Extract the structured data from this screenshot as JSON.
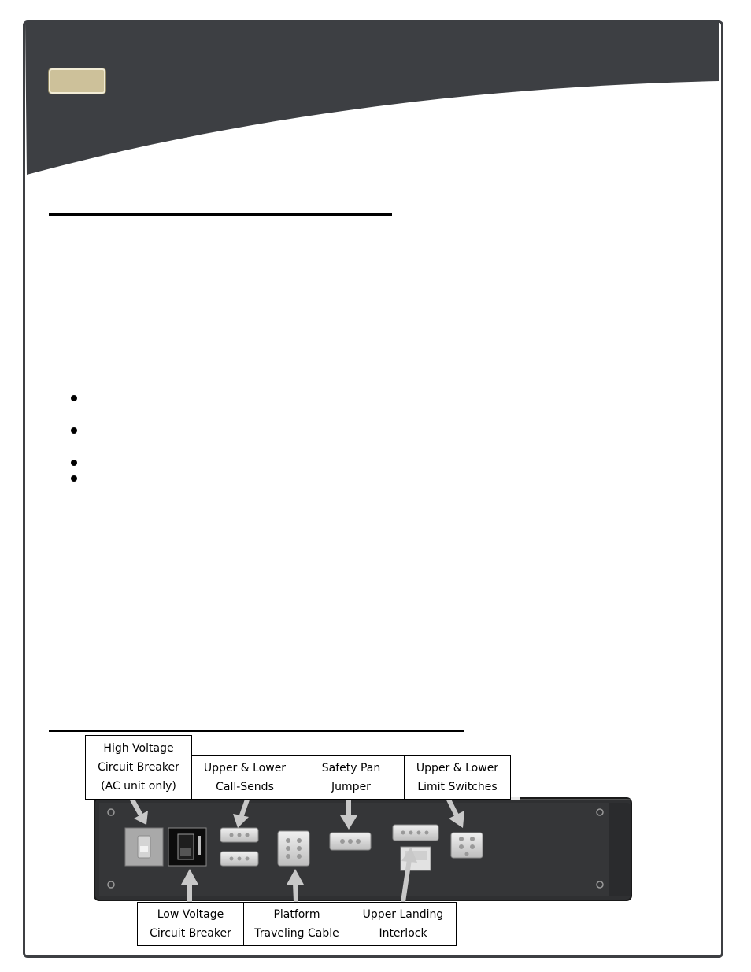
{
  "diagram": {
    "labels": {
      "high_voltage": [
        "High Voltage",
        "Circuit Breaker",
        "(AC unit only)"
      ],
      "call_sends": [
        "Upper & Lower",
        "Call-Sends"
      ],
      "safety_pan": [
        "Safety Pan",
        "Jumper"
      ],
      "limit_switches": [
        "Upper & Lower",
        "Limit Switches"
      ],
      "low_voltage": [
        "Low Voltage",
        "Circuit Breaker"
      ],
      "traveling_cable": [
        "Platform",
        "Traveling Cable"
      ],
      "landing_interlock": [
        "Upper Landing",
        "Interlock"
      ]
    }
  },
  "colors": {
    "header": "#3d3f43",
    "badge": "#cdc19a",
    "panel": "#323335",
    "arrow": "#c8c8c8"
  }
}
